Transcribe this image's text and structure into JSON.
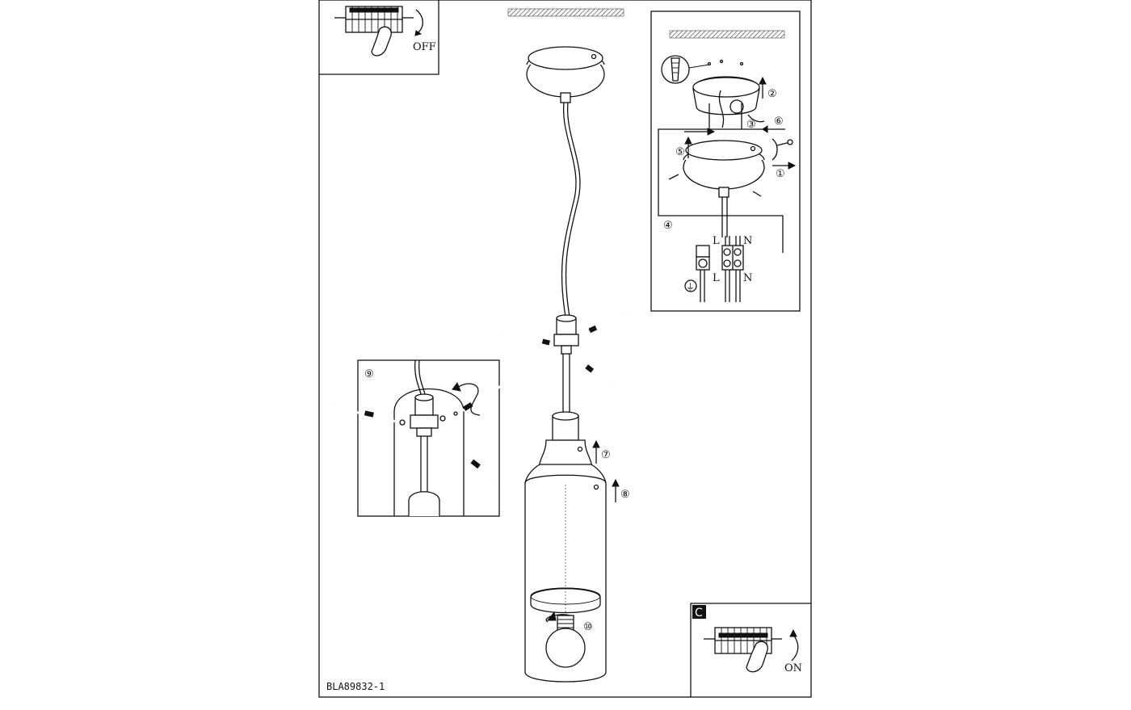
{
  "document": {
    "code": "BLA89832-1"
  },
  "switch_off": {
    "label": "OFF"
  },
  "switch_on": {
    "badge": "C",
    "label": "ON"
  },
  "steps": {
    "s1": "①",
    "s2": "②",
    "s3": "③",
    "s4": "④",
    "s5": "⑤",
    "s6": "⑥",
    "s7": "⑦",
    "s8": "⑧",
    "s9": "⑨",
    "s10": "⑩"
  },
  "wiring": {
    "live_top": "L",
    "neutral_top": "N",
    "live_bottom": "L",
    "neutral_bottom": "N",
    "earth_symbol": "⏚"
  },
  "icons": [
    "switch-off-hand-icon",
    "switch-on-hand-icon",
    "wall-anchor-icon",
    "earth-ground-icon",
    "screw-icon",
    "bulb-icon"
  ]
}
